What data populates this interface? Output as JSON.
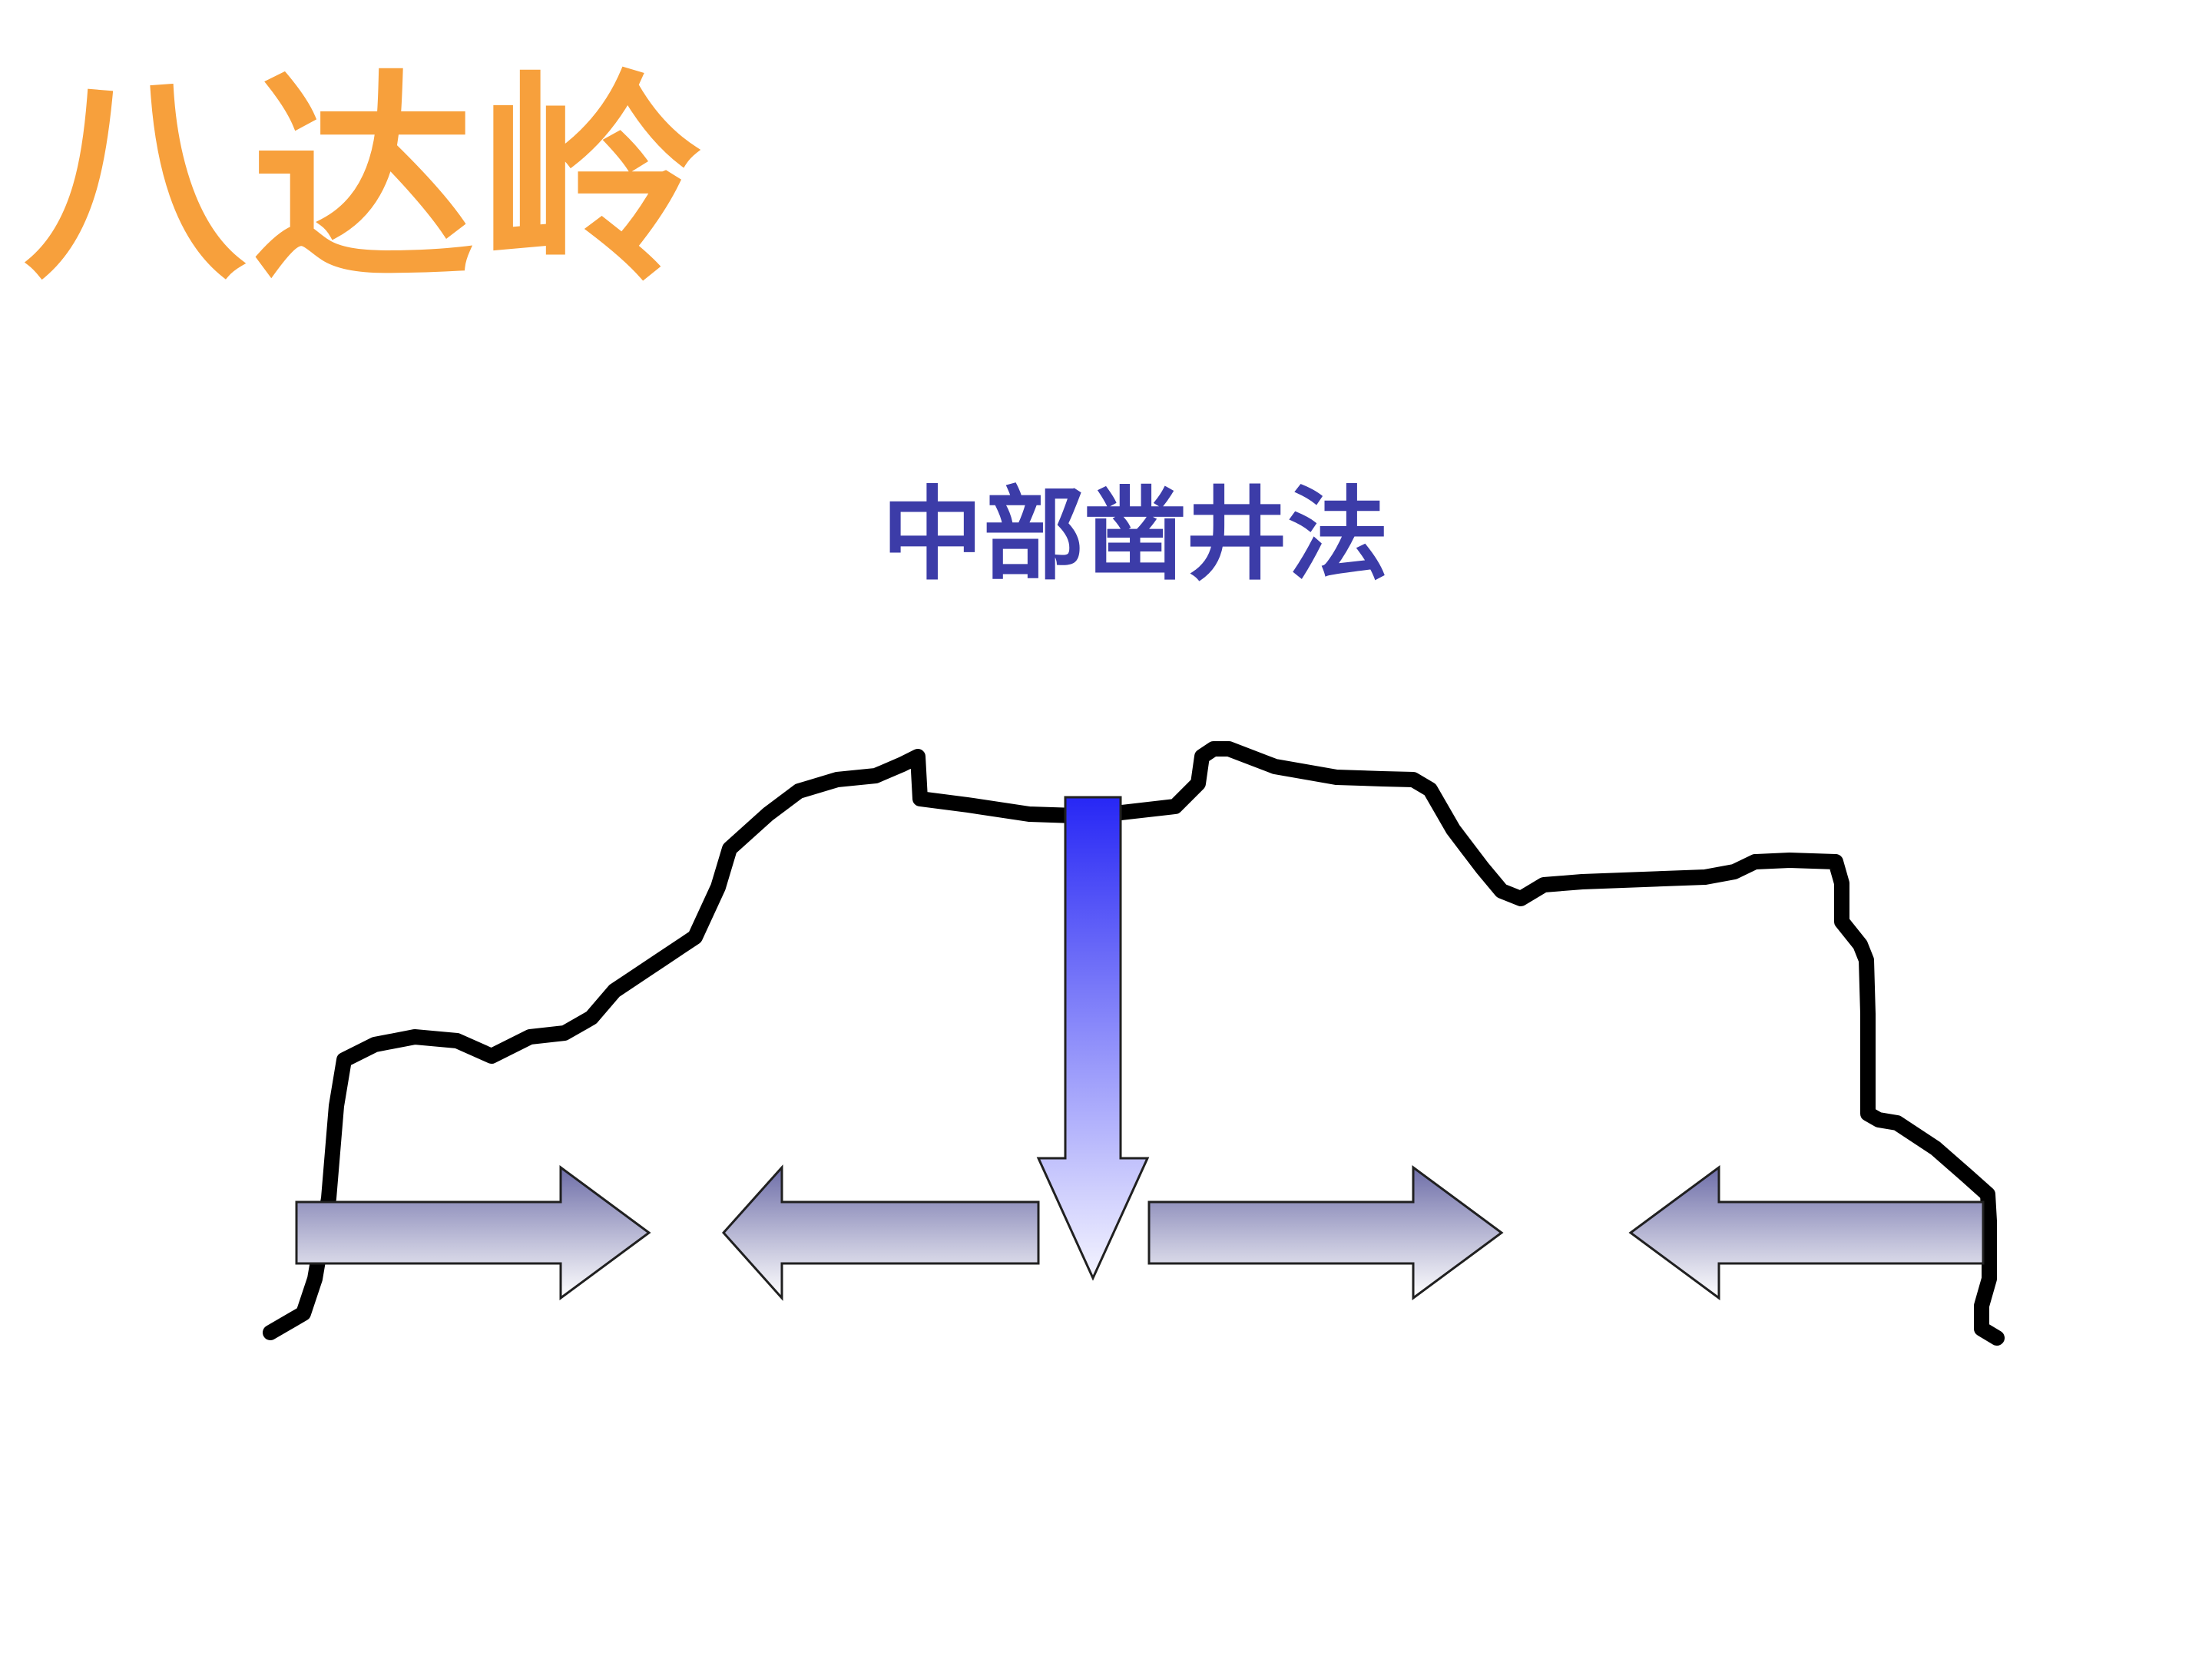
{
  "title": "八达岭",
  "method_label": "中部凿井法",
  "colors": {
    "title": "#F7A03C",
    "method_label": "#3C3CA8",
    "mountain_outline": "#000000",
    "shaft_arrow_top": "#2727F5",
    "shaft_arrow_bottom": "#F4F4FF",
    "tunnel_arrow_top": "#6E6EA8",
    "tunnel_arrow_bottom": "#FFFFFF",
    "arrow_stroke": "#202020"
  },
  "diagram": {
    "shaft_arrow_direction": "down",
    "tunnel_arrows": [
      {
        "direction": "right"
      },
      {
        "direction": "left"
      },
      {
        "direction": "right"
      },
      {
        "direction": "left"
      }
    ]
  }
}
